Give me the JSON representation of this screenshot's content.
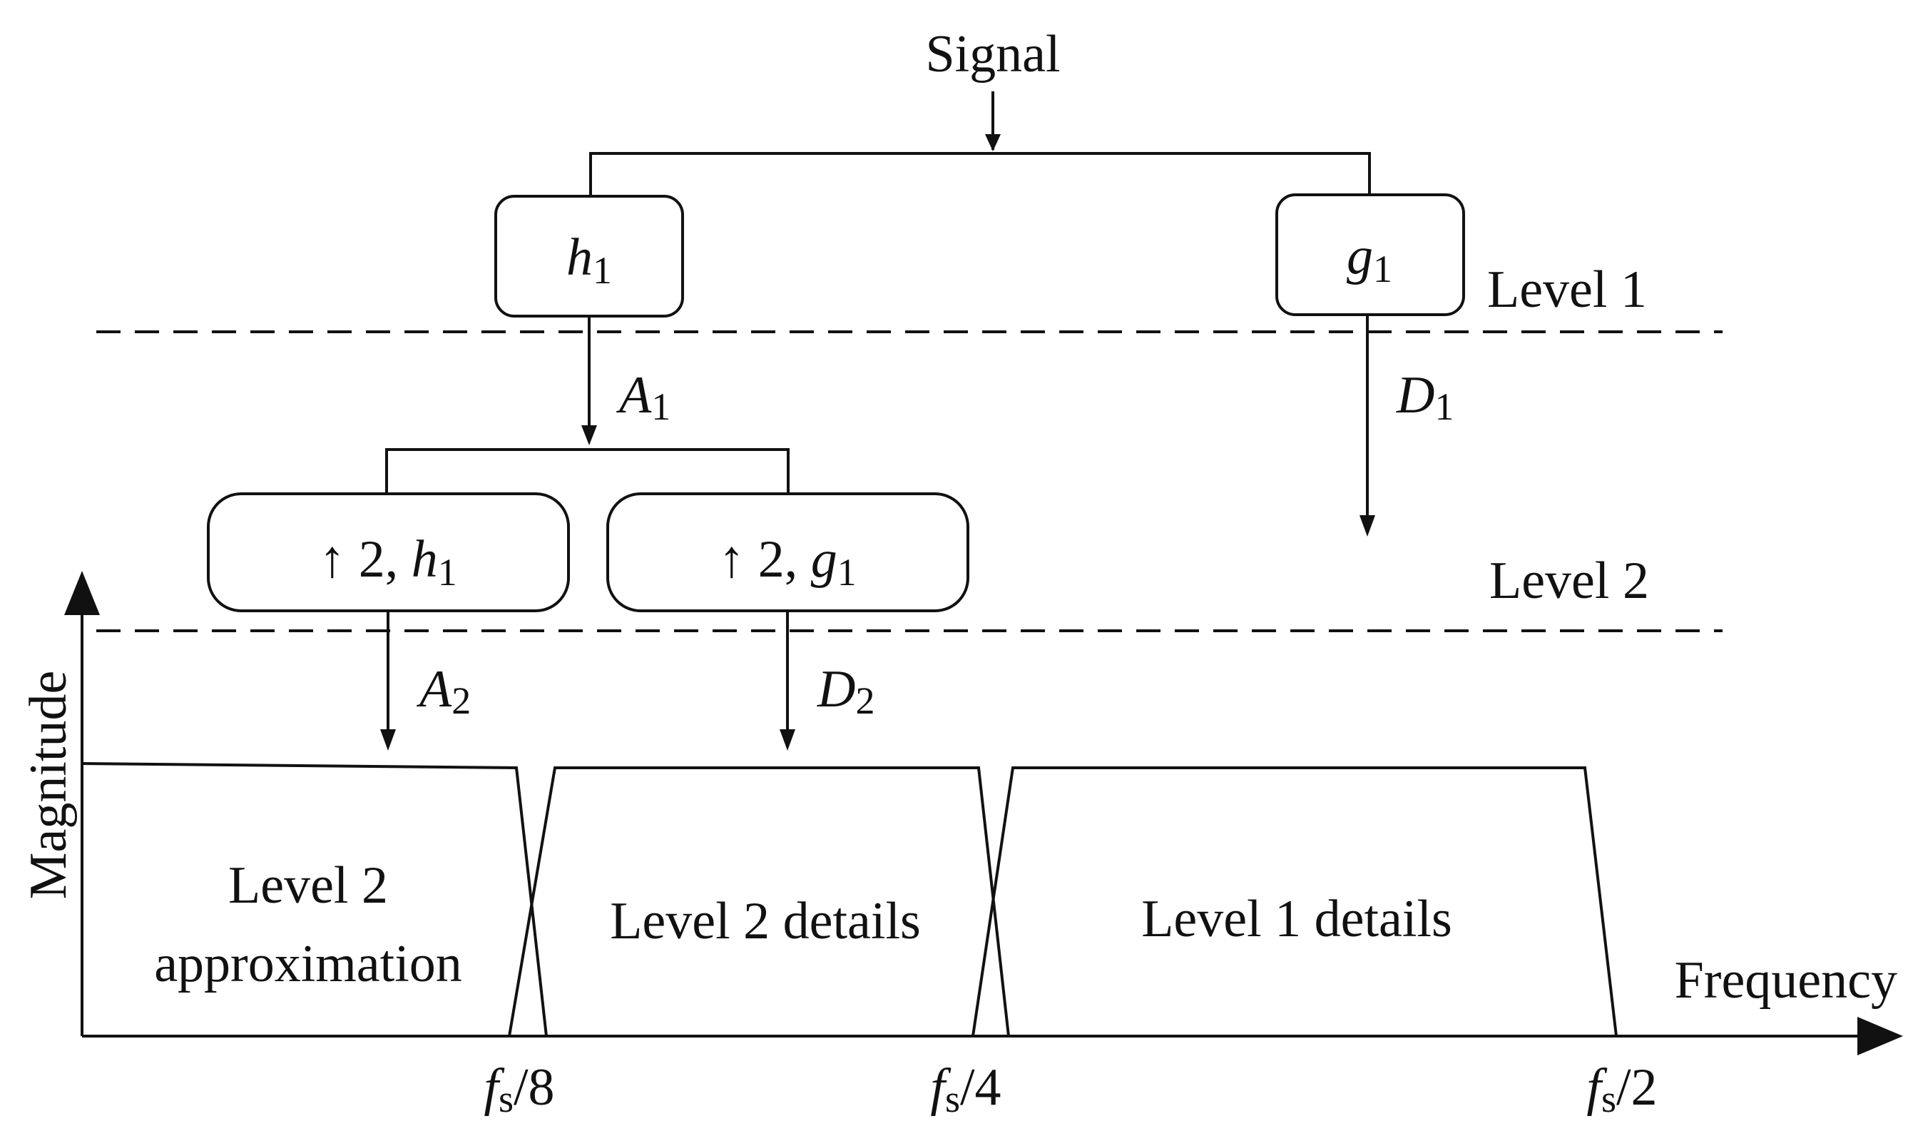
{
  "diagram": {
    "input": "Signal",
    "filters": {
      "h1": {
        "symbol": "h",
        "index": "1"
      },
      "g1": {
        "symbol": "g",
        "index": "1"
      },
      "up_h1": {
        "prefix": "↑ 2, ",
        "symbol": "h",
        "index": "1"
      },
      "up_g1": {
        "prefix": "↑ 2, ",
        "symbol": "g",
        "index": "1"
      }
    },
    "outputs": {
      "A1": {
        "symbol": "A",
        "index": "1"
      },
      "D1": {
        "symbol": "D",
        "index": "1"
      },
      "A2": {
        "symbol": "A",
        "index": "2"
      },
      "D2": {
        "symbol": "D",
        "index": "2"
      }
    },
    "levels": {
      "level1": "Level 1",
      "level2": "Level 2"
    },
    "spectrum": {
      "y_axis_label": "Magnitude",
      "x_axis_label": "Frequency",
      "bands": {
        "approx_line1": "Level 2",
        "approx_line2": "approximation",
        "level2_details": "Level 2 details",
        "level1_details": "Level 1 details"
      },
      "ticks": [
        {
          "symbol": "f",
          "index": "s",
          "rest": "/8"
        },
        {
          "symbol": "f",
          "index": "s",
          "rest": "/4"
        },
        {
          "symbol": "f",
          "index": "s",
          "rest": "/2"
        }
      ]
    }
  }
}
